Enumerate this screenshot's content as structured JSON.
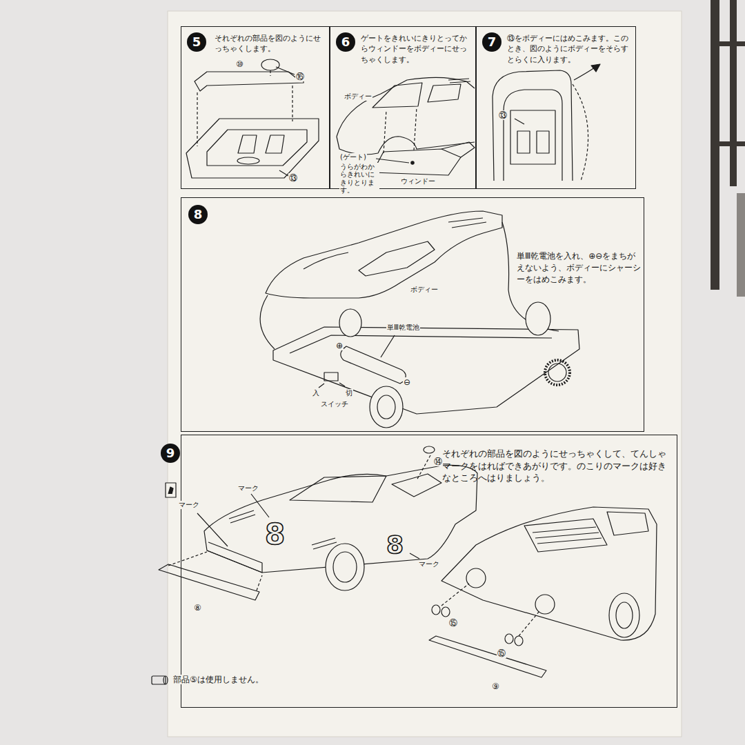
{
  "diagram": {
    "nodes": [
      {
        "text": [
          "5",
          "それぞれの部品を図のようにせっちゃくします。"
        ]
      },
      {
        "text": [
          "6",
          "ゲートをきれいにきりとってからウィンドーをボディーにせっちゃくします。"
        ]
      },
      {
        "text": [
          "7",
          "⑬をボディーにはめこみます。このとき、図のようにボディーをそらすとらくに入ります。"
        ]
      },
      {
        "text": [
          "8",
          "単Ⅲ乾電池を入れ、⊕⊖をまちがえないよう、ボディーにシャーシーをはめこみます。"
        ]
      },
      {
        "text": [
          "9",
          "それぞれの部品を図のようにせっちゃくして、てんしゃマークをはればできあがりです。のこりのマークは好きなところへはりましょう。"
        ]
      }
    ],
    "labels": [
      "⑩",
      "⑯",
      "⑬",
      "ボディー",
      "(ゲート)",
      "うらがわからきれいにきりとります。",
      "ウィンドー",
      "⑬",
      "ボディー",
      "単Ⅲ乾電池",
      "⊕",
      "⊖",
      "入",
      "切",
      "スイッチ",
      "マーク",
      "マーク",
      "8",
      "8",
      "マーク",
      "⑭",
      "⑧",
      "⑮",
      "⑮",
      "⑨",
      "部品⑤は使用しません。"
    ]
  }
}
